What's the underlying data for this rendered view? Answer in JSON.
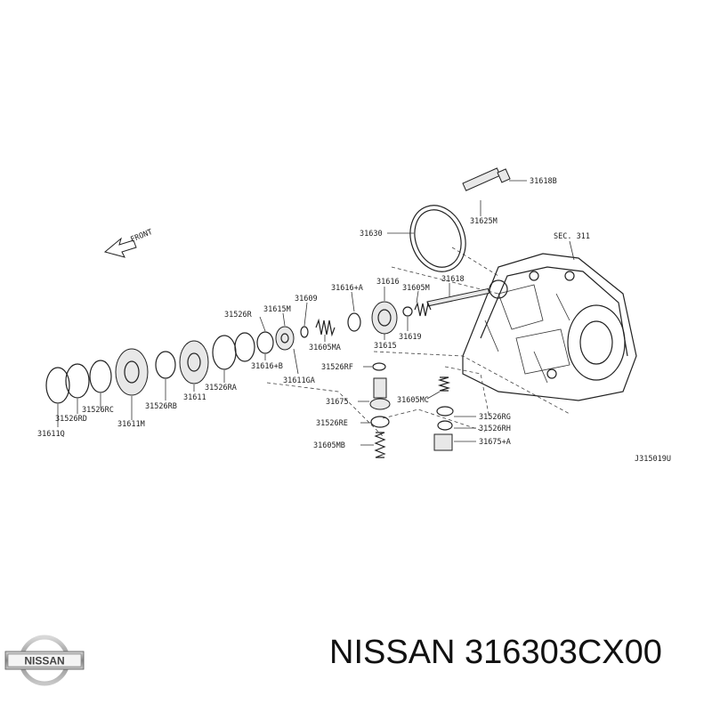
{
  "title": "NISSAN 316303CX00",
  "logo_text": "NISSAN",
  "diagram_code": "J315019U",
  "front_label": "FRONT",
  "section_ref": "SEC. 311",
  "part_labels": {
    "p31618B": "31618B",
    "p31625M": "31625M",
    "p31630": "31630",
    "p31616A": "31616+A",
    "p31616": "31616",
    "p31605M": "31605M",
    "p31618": "31618",
    "p31609": "31609",
    "p31526R": "31526R",
    "p31615M": "31615M",
    "p31605MA": "31605MA",
    "p31615": "31615",
    "p31619": "31619",
    "p31616B": "31616+B",
    "p31526RA": "31526RA",
    "p31611": "31611",
    "p31611GA": "31611GA",
    "p31526RF": "31526RF",
    "p31526RB": "31526RB",
    "p31605MC": "31605MC",
    "p31526RC": "31526RC",
    "p31526RD": "31526RD",
    "p31611M": "31611M",
    "p31675": "31675",
    "p31526RG": "31526RG",
    "p31526RH": "31526RH",
    "p31526RE": "31526RE",
    "p31611Q": "31611Q",
    "p31605MB": "31605MB",
    "p31675A": "31675+A"
  },
  "colors": {
    "ink": "#222222",
    "logo_silver": "#9a9a9a"
  }
}
